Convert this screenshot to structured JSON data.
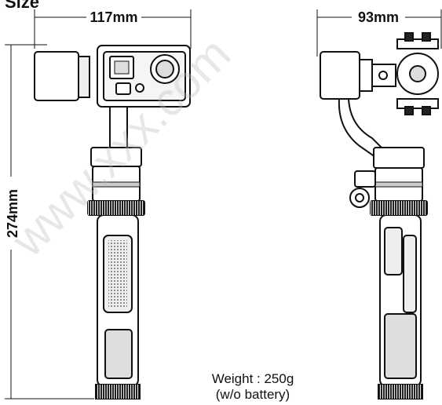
{
  "section_title": "Size",
  "dimensions": {
    "front_width": "117mm",
    "side_width": "93mm",
    "height": "274mm"
  },
  "weight": {
    "line1": "Weight : 250g",
    "line2": "(w/o battery)"
  },
  "watermark": "www.xxx.com",
  "colors": {
    "line": "#111111",
    "watermark": "#d0d0d0"
  }
}
